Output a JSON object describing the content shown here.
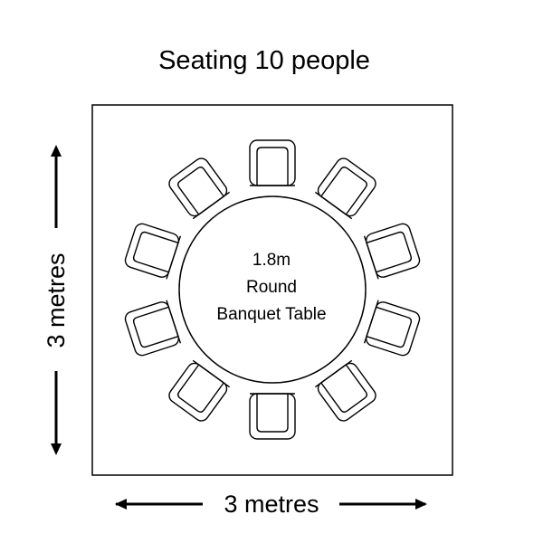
{
  "title": "Seating 10 people",
  "table": {
    "size": "1.8m",
    "shape": "Round",
    "type": "Banquet Table",
    "seats": 10
  },
  "room": {
    "width_label": "3 metres",
    "depth_label": "3 metres"
  },
  "colors": {
    "line": "#000000",
    "background": "#ffffff"
  }
}
